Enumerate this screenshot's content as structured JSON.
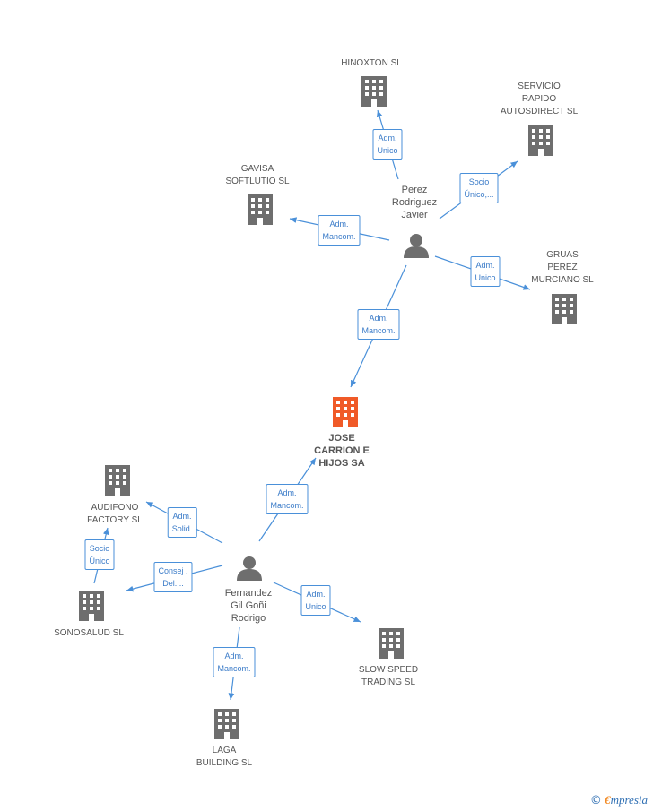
{
  "colors": {
    "edge": "#4a90d9",
    "building": "#6e6e6e",
    "center_building": "#f05a28",
    "person": "#6e6e6e"
  },
  "center": {
    "name": "JOSE\nCARRION E\nHIJOS SA"
  },
  "people": [
    {
      "id": "perez",
      "name": "Perez\nRodriguez\nJavier"
    },
    {
      "id": "fernandez",
      "name": "Fernandez\nGil Goñi\nRodrigo"
    }
  ],
  "companies": [
    {
      "id": "hinoxton",
      "name": "HINOXTON SL"
    },
    {
      "id": "servicio",
      "name": "SERVICIO\nRAPIDO\nAUTOSDIRECT SL"
    },
    {
      "id": "gavisa",
      "name": "GAVISA\nSOFTLUTIO SL"
    },
    {
      "id": "gruas",
      "name": "GRUAS\nPEREZ\nMURCIANO SL"
    },
    {
      "id": "audifono",
      "name": "AUDIFONO\nFACTORY SL"
    },
    {
      "id": "sonosalud",
      "name": "SONOSALUD SL"
    },
    {
      "id": "slowspeed",
      "name": "SLOW SPEED\nTRADING  SL"
    },
    {
      "id": "laga",
      "name": "LAGA\nBUILDING  SL"
    }
  ],
  "relations": [
    {
      "id": "perez-hinoxton",
      "label": "Adm.\nUnico"
    },
    {
      "id": "perez-servicio",
      "label": "Socio\nÚnico,..."
    },
    {
      "id": "perez-gavisa",
      "label": "Adm.\nMancom."
    },
    {
      "id": "perez-gruas",
      "label": "Adm.\nUnico"
    },
    {
      "id": "perez-center",
      "label": "Adm.\nMancom."
    },
    {
      "id": "fernandez-center",
      "label": "Adm.\nMancom."
    },
    {
      "id": "fernandez-audifono",
      "label": "Adm.\nSolid."
    },
    {
      "id": "sonosalud-audifono",
      "label": "Socio\nÚnico"
    },
    {
      "id": "fernandez-sonosalud",
      "label": "Consej .\nDel...."
    },
    {
      "id": "fernandez-slowspeed",
      "label": "Adm.\nUnico"
    },
    {
      "id": "fernandez-laga",
      "label": "Adm.\nMancom."
    }
  ],
  "footer": {
    "copyright": "©",
    "brand_e": "€",
    "brand_rest": "mpresia"
  }
}
